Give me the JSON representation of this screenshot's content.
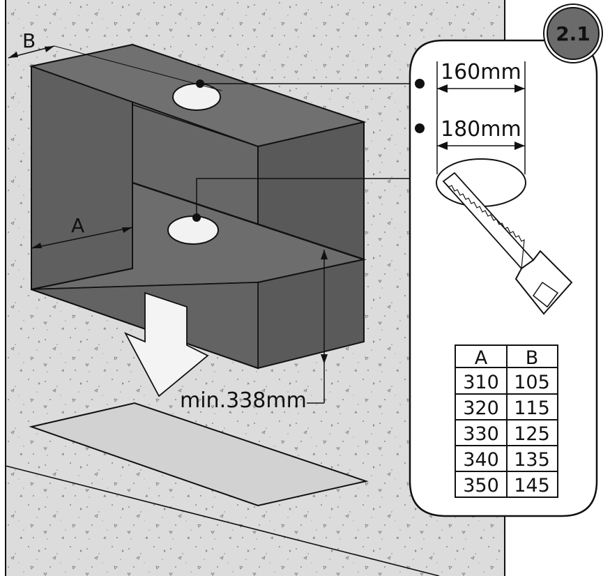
{
  "badge": {
    "label": "2.1"
  },
  "labels": {
    "a": "A",
    "b": "B",
    "min_clearance": "min.338mm"
  },
  "hole_dimensions": {
    "inner": "160mm",
    "outer": "180mm"
  },
  "size_table": {
    "headers": [
      "A",
      "B"
    ],
    "rows": [
      [
        "310",
        "105"
      ],
      [
        "320",
        "115"
      ],
      [
        "330",
        "125"
      ],
      [
        "340",
        "135"
      ],
      [
        "350",
        "145"
      ]
    ]
  },
  "colors": {
    "wall": "#dcdcdc",
    "box_dark": "#5f5f5f",
    "box_side": "#6a6a6a",
    "panel": "#ffffff",
    "badge": "#6b6b6b",
    "plate": "#d2d2d2"
  }
}
